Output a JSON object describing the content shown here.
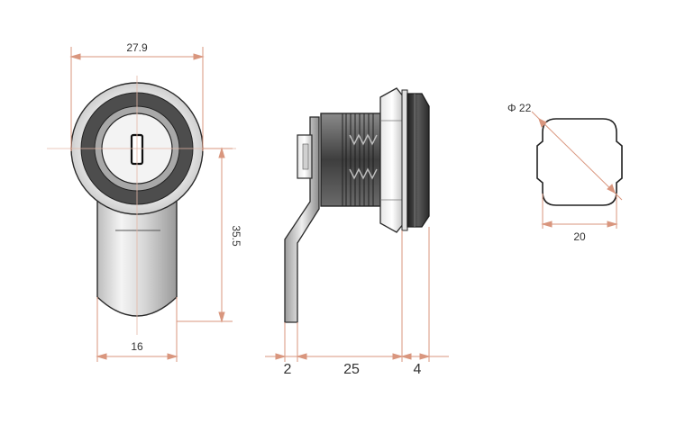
{
  "colors": {
    "dimension_line": "#d9967e",
    "dimension_text": "#333333",
    "metal_light": "#e8e8e8",
    "metal_dark": "#4a4a4a",
    "outline": "#2a2a2a"
  },
  "front_view": {
    "width_label": "27.9",
    "height_label": "35.5",
    "cam_width_label": "16"
  },
  "side_view": {
    "dim_a_label": "2",
    "dim_b_label": "25",
    "dim_c_label": "4"
  },
  "cutout_view": {
    "diameter_label": "Φ 22",
    "width_label": "20"
  }
}
